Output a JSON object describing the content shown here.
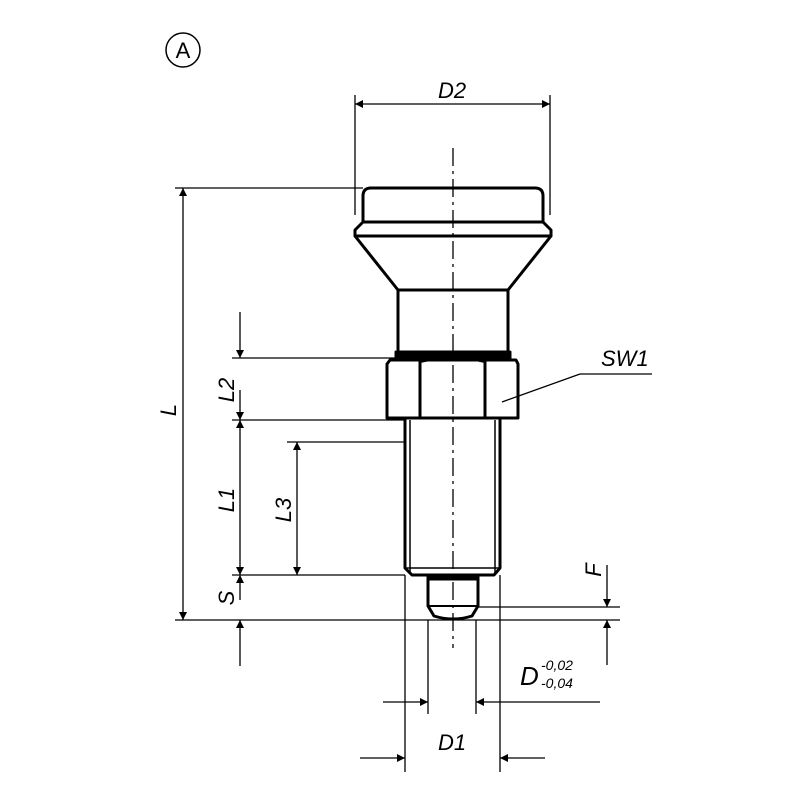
{
  "view_label": "A",
  "dimensions": {
    "D2": "D2",
    "L": "L",
    "L1": "L1",
    "L2": "L2",
    "L3": "L3",
    "S": "S",
    "F": "F",
    "SW1": "SW1",
    "D": "D",
    "D_tol_upper": "-0,02",
    "D_tol_lower": "-0,04",
    "D1": "D1"
  }
}
